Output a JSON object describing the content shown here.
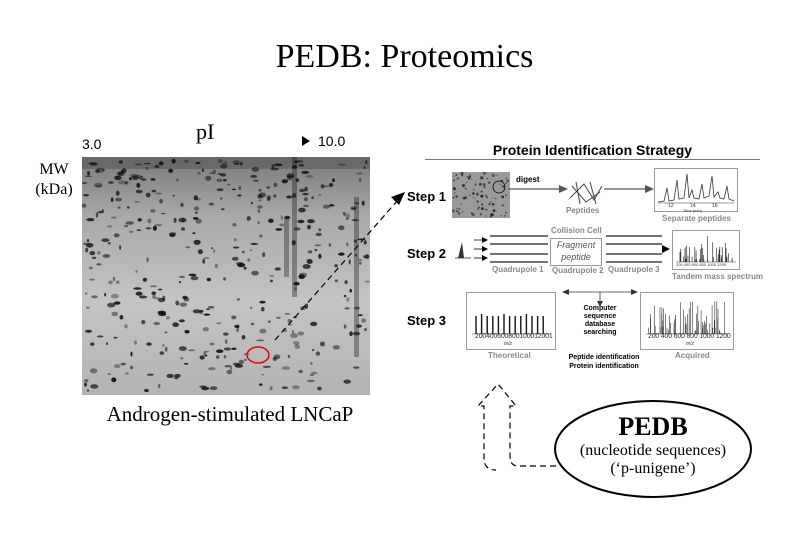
{
  "title": "PEDB: Proteomics",
  "gel": {
    "ph_low": "3.0",
    "ph_high": "10.0",
    "pi_label": "pI",
    "mw_label_line1": "MW",
    "mw_label_line2": "(kDa)",
    "caption": "Androgen-stimulated LNCaP"
  },
  "strategy": {
    "title": "Protein Identification Strategy",
    "step1": {
      "label": "Step 1",
      "digest": "digest",
      "peptides": "Peptides",
      "separate": "Separate peptides",
      "chrom_ticks": [
        "12",
        "14",
        "16"
      ],
      "chrom_axis": "Time (min)"
    },
    "step2": {
      "label": "Step 2",
      "collision_cell": "Collision Cell",
      "fragment": "Fragment peptide",
      "q1": "Quadrupole 1",
      "q2": "Quadrupole 2",
      "q3": "Quadrupole 3",
      "tandem": "Tandem mass spectrum",
      "ticks": "200 400 600 800 1000 1200",
      "axis": "m/z"
    },
    "step3": {
      "label": "Step 3",
      "computer_line1": "Computer",
      "computer_line2": "sequence",
      "computer_line3": "database",
      "computer_line4": "searching",
      "theoretical": "Theoretical",
      "acquired": "Acquired",
      "ticks": "200400600800100012001",
      "ticks2": "200 400 600 800 1000 1200",
      "axis": "m/z",
      "peptide_id": "Peptide identification",
      "protein_id": "Protein identification"
    }
  },
  "pedb": {
    "title": "PEDB",
    "line1": "(nucleotide sequences)",
    "line2": "(‘p-unigene’)"
  }
}
